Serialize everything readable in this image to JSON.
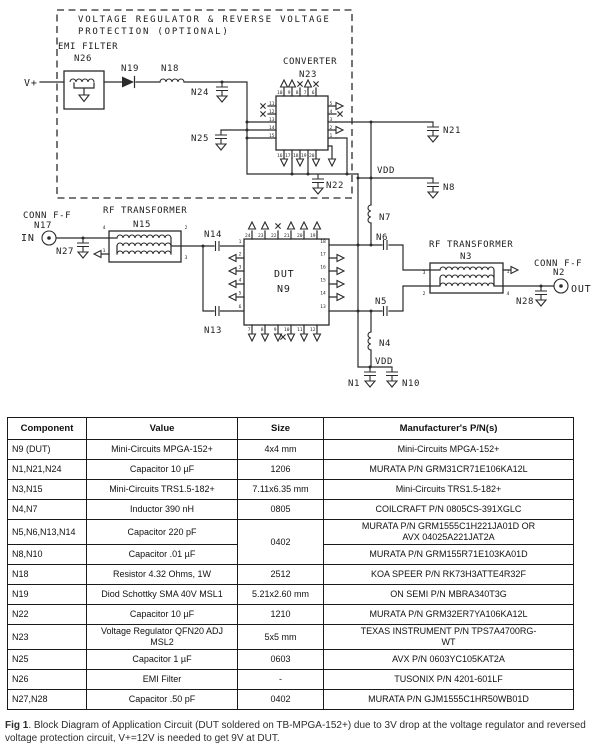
{
  "diagram": {
    "title_line1": "VOLTAGE REGULATOR & REVERSE VOLTAGE",
    "title_line2": "PROTECTION (OPTIONAL)",
    "labels": {
      "vplus": "V+",
      "emi_filter": "EMI FILTER",
      "n26": "N26",
      "n19": "N19",
      "n18": "N18",
      "n24": "N24",
      "n25": "N25",
      "converter": "CONVERTER",
      "n23": "N23",
      "n22": "N22",
      "n21": "N21",
      "vdd_top": "VDD",
      "n8": "N8",
      "n7": "N7",
      "n6": "N6",
      "rf_transformer_left": "RF TRANSFORMER",
      "n15": "N15",
      "conn_ff_left": "CONN F-F",
      "n17": "N17",
      "in": "IN",
      "n27": "N27",
      "n14": "N14",
      "n13": "N13",
      "dut": "DUT",
      "n9": "N9",
      "rf_transformer_right": "RF TRANSFORMER",
      "n3": "N3",
      "conn_ff_right": "CONN F-F",
      "n2": "N2",
      "out": "OUT",
      "n28": "N28",
      "n5": "N5",
      "n4": "N4",
      "vdd_bottom": "VDD",
      "n1": "N1",
      "n10": "N10"
    },
    "dut_pins": {
      "top": [
        "24",
        "23",
        "22",
        "21",
        "20",
        "19"
      ],
      "bottom": [
        "7",
        "8",
        "9",
        "10",
        "11",
        "12"
      ],
      "left": [
        "1",
        "2",
        "3",
        "4",
        "5",
        "6"
      ],
      "right": [
        "18",
        "17",
        "16",
        "15",
        "14",
        "13"
      ]
    },
    "converter_pins": {
      "top": [
        "10",
        "9",
        "8",
        "7",
        "6"
      ],
      "left": [
        "11",
        "12",
        "13",
        "14",
        "15"
      ],
      "right": [
        "5",
        "4",
        "3",
        "2",
        "1"
      ],
      "bottom": [
        "16",
        "17",
        "18",
        "19",
        "20"
      ]
    },
    "n15_pins": {
      "tl": "4",
      "tr": "2",
      "bl": "1",
      "br": "3"
    },
    "n3_pins": {
      "tl": "3",
      "tr": "1",
      "bl": "2",
      "br": "4"
    }
  },
  "table": {
    "columns": [
      "Component",
      "Value",
      "Size",
      "Manufacturer's P/N(s)"
    ],
    "rows": [
      {
        "component": "N9 (DUT)",
        "value": "Mini-Circuits MPGA-152+",
        "size": "4x4 mm",
        "pn": "Mini-Circuits MPGA-152+"
      },
      {
        "component": "N1,N21,N24",
        "value": "Capacitor 10 µF",
        "size": "1206",
        "pn": "MURATA P/N GRM31CR71E106KA12L"
      },
      {
        "component": "N3,N15",
        "value": "Mini-Circuits TRS1.5-182+",
        "size": "7.11x6.35 mm",
        "pn": "Mini-Circuits TRS1.5-182+"
      },
      {
        "component": "N4,N7",
        "value": "Inductor 390 nH",
        "size": "0805",
        "pn": "COILCRAFT P/N 0805CS-391XGLC"
      },
      {
        "component": "N5,N6,N13,N14",
        "value": "Capacitor 220 pF",
        "size": "0402",
        "size_rowspan": 2,
        "pn": "MURATA P/N GRM1555C1H221JA01D OR\nAVX 04025A221JAT2A"
      },
      {
        "component": "N8,N10",
        "value": "Capacitor .01 µF",
        "size": null,
        "pn": "MURATA P/N GRM155R71E103KA01D"
      },
      {
        "component": "N18",
        "value": "Resistor 4.32 Ohms, 1W",
        "size": "2512",
        "pn": "KOA SPEER P/N RK73H3ATTE4R32F"
      },
      {
        "component": "N19",
        "value": "Diod Schottky SMA 40V MSL1",
        "size": "5.21x2.60 mm",
        "pn": "ON SEMI P/N MBRA340T3G"
      },
      {
        "component": "N22",
        "value": "Capacitor 10 µF",
        "size": "1210",
        "pn": "MURATA P/N GRM32ER7YA106KA12L"
      },
      {
        "component": "N23",
        "value": "Voltage Regulator QFN20 ADJ MSL2",
        "size": "5x5 mm",
        "pn": "TEXAS INSTRUMENT P/N TPS7A4700RG-\nWT"
      },
      {
        "component": "N25",
        "value": "Capacitor 1 µF",
        "size": "0603",
        "pn": "AVX P/N 0603YC105KAT2A"
      },
      {
        "component": "N26",
        "value": "EMI Filter",
        "size": "-",
        "pn": "TUSONIX P/N 4201-601LF"
      },
      {
        "component": "N27,N28",
        "value": "Capacitor .50 pF",
        "size": "0402",
        "pn": "MURATA P/N GJM1555C1HR50WB01D"
      }
    ]
  },
  "caption": {
    "prefix": "Fig 1",
    "body": ". Block Diagram of Application Circuit (DUT soldered on TB-MPGA-152+) due to 3V drop at the voltage regulator and reversed voltage protection circuit, V+=12V is needed to get 9V at DUT."
  }
}
